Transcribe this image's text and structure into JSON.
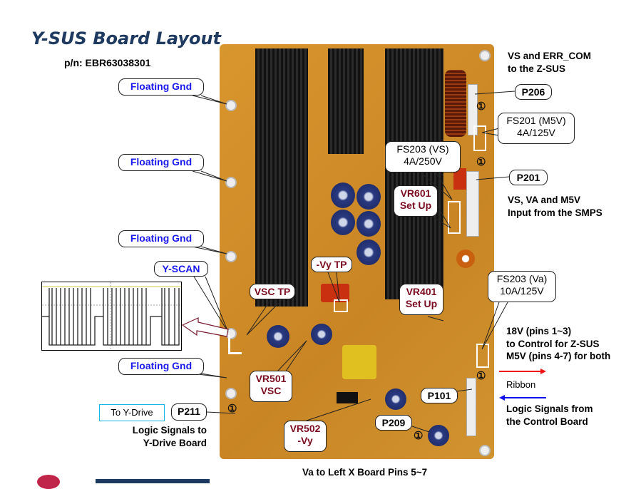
{
  "title": "Y-SUS Board Layout",
  "part_number": "p/n: EBR63038301",
  "callouts": {
    "floating_gnd": "Floating Gnd",
    "y_scan": "Y-SCAN",
    "vsc_tp": "VSC TP",
    "vy_tp": "-Vy TP",
    "vr501": [
      "VR501",
      "VSC"
    ],
    "vr502": [
      "VR502",
      "-Vy"
    ],
    "vr601": [
      "VR601",
      "Set Up"
    ],
    "vr401": [
      "VR401",
      "Set Up"
    ],
    "fs203_vs": [
      "FS203 (VS)",
      "4A/250V"
    ],
    "fs201": [
      "FS201 (M5V)",
      "4A/125V"
    ],
    "fs203_va": [
      "FS203 (Va)",
      "10A/125V"
    ],
    "p206": "P206",
    "p201": "P201",
    "p101": "P101",
    "p209": "P209",
    "p211": "P211"
  },
  "notes": {
    "p206": [
      "VS and ERR_COM",
      "to the Z-SUS"
    ],
    "p201": [
      "VS, VA and M5V",
      "Input from the SMPS"
    ],
    "p101": [
      "18V (pins 1~3)",
      "to Control for Z-SUS",
      "M5V (pins 4-7) for both"
    ],
    "ribbon": "Ribbon",
    "logic_from": [
      "Logic Signals from",
      "the Control Board"
    ],
    "to_ydrive": "To Y-Drive",
    "logic_to": [
      "Logic Signals to",
      "Y-Drive Board"
    ],
    "p209": "Va to Left X Board Pins 5~7"
  },
  "pin1_marker": "①",
  "colors": {
    "label_blue": "#1a1aee",
    "label_red": "#7a0a1e",
    "arrow_red": "#ee1111",
    "arrow_blue": "#1111ee",
    "ydrive_border": "#19b5e6"
  }
}
